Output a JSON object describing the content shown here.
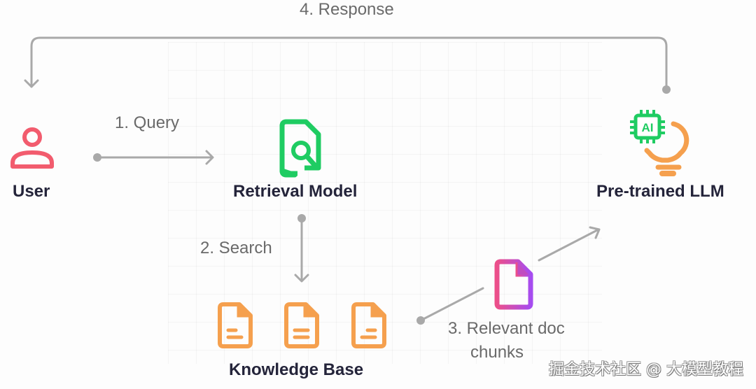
{
  "diagram": {
    "title": "RAG pipeline",
    "nodes": [
      {
        "id": "user",
        "label": "User",
        "icon": "user-icon",
        "color": "#f25c6e"
      },
      {
        "id": "retrieval",
        "label": "Retrieval Model",
        "icon": "document-search-icon",
        "color": "#1fcc62"
      },
      {
        "id": "llm",
        "label": "Pre-trained LLM",
        "icon": "ai-lightbulb-icon",
        "colors": {
          "chip": "#1fcc62",
          "bulb": "#f5a04e"
        }
      },
      {
        "id": "kb",
        "label": "Knowledge Base",
        "icon": "document-icon",
        "color": "#f5a04e",
        "doc_count": 3
      },
      {
        "id": "chunk",
        "label": "",
        "icon": "document-gradient-icon",
        "colors": {
          "from": "#ec4f8a",
          "to": "#a64cf0"
        }
      }
    ],
    "edges": [
      {
        "from": "user",
        "to": "retrieval",
        "label": "1. Query"
      },
      {
        "from": "retrieval",
        "to": "kb",
        "label": "2. Search"
      },
      {
        "from": "kb",
        "to": "llm",
        "label_line1": "3. Relevant doc",
        "label_line2": "chunks"
      },
      {
        "from": "llm",
        "to": "user",
        "label": "4. Response"
      }
    ],
    "edge_color": "#a9a9a9"
  },
  "watermark": "掘金技术社区 @ 大模型教程"
}
